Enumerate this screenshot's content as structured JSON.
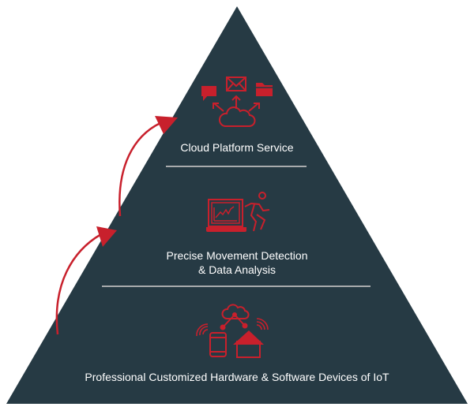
{
  "colors": {
    "pyramid": "#263a44",
    "accent": "#c8202c",
    "divider": "#a9abad",
    "text": "#ffffff",
    "background": "#ffffff"
  },
  "pyramid": {
    "levels": [
      {
        "id": "top",
        "title": "Cloud Platform Service",
        "icons": [
          "chat-bubble-icon",
          "envelope-icon",
          "folder-icon",
          "arrow-up-left-icon",
          "arrow-up-icon",
          "arrow-up-right-icon",
          "cloud-icon"
        ]
      },
      {
        "id": "middle",
        "title_line1": "Precise Movement Detection",
        "title_line2": "& Data Analysis",
        "icons": [
          "laptop-chart-icon",
          "running-person-icon"
        ]
      },
      {
        "id": "bottom",
        "title": "Professional Customized Hardware & Software Devices of IoT",
        "icons": [
          "cloud-network-icon",
          "smartphone-icon",
          "house-icon",
          "wifi-signal-icon"
        ]
      }
    ]
  },
  "arrows": [
    {
      "from": "bottom",
      "to": "middle"
    },
    {
      "from": "middle",
      "to": "top"
    }
  ]
}
